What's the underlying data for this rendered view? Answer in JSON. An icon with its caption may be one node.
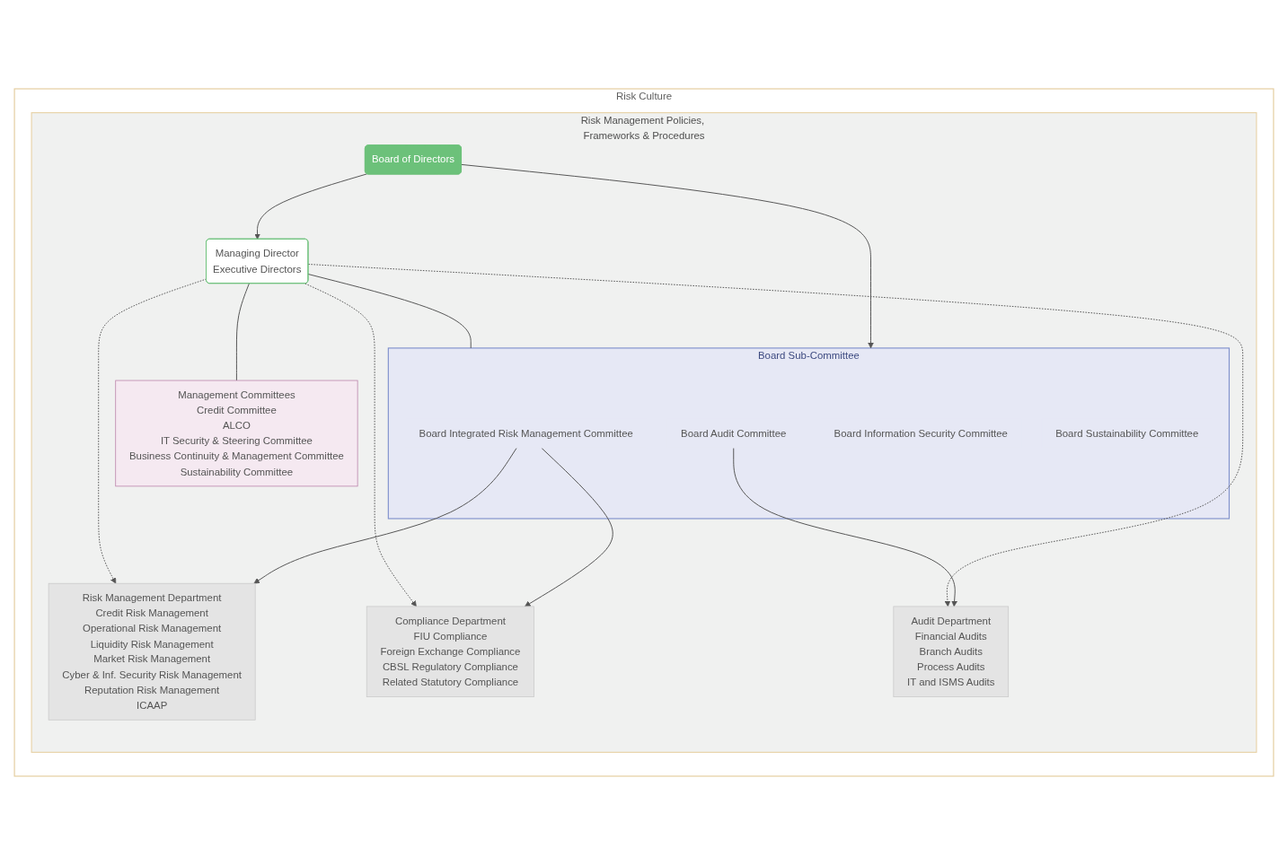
{
  "diagram": {
    "nodes": [
      {
        "text": [
          "Risk Culture"
        ]
      },
      {
        "text": [
          "Risk Management Policies, Frameworks & Procedures"
        ],
        "in": 0
      },
      {
        "text": [
          "Board of Directors"
        ],
        "in": 1
      },
      {
        "text": [
          "Board Sub-Committee"
        ],
        "in": 1
      },
      {
        "text": [
          "Board Integrated Risk Management Committee"
        ],
        "in": 3
      },
      {
        "text": [
          "Board Audit Committee"
        ],
        "in": 3
      },
      {
        "text": [
          "Board Information Security Committee"
        ],
        "in": 3
      },
      {
        "text": [
          "Board Sustainability Committee"
        ],
        "in": 3
      },
      {
        "text": [
          "Managing Director",
          "Executive Directors"
        ],
        "in": 1
      },
      {
        "text": [
          "Management Committees",
          "Credit Committee",
          "ALCO",
          "IT Security & Steering Committee",
          "Business Continuity & Management Committee",
          "Sustainability Committee"
        ],
        "in": 1
      },
      {
        "text": [
          "Audit Department",
          "Financial Audits",
          "Branch Audits",
          "Process Audits",
          "IT and ISMS Audits"
        ],
        "in": 1
      },
      {
        "text": [
          "Risk Management Department",
          "Credit Risk Management",
          "Operational Risk Management",
          "Liquidity Risk Management",
          "Market Risk Management",
          "Cyber & Inf. Security Risk Management",
          "Reputation Risk Management",
          "ICAAP"
        ],
        "in": 1
      },
      {
        "text": [
          "Compliance Department",
          "FIU Compliance",
          "Foreign Exchange Compliance",
          "CBSL Regulatory Compliance",
          "Related Statutory Compliance"
        ],
        "in": 1
      }
    ],
    "edges": [
      {
        "from": 2,
        "to": 3,
        "arrow": "to"
      },
      {
        "from": 2,
        "to": 8,
        "arrow": "to"
      },
      {
        "from": 8,
        "to": 3,
        "arrow": "none"
      },
      {
        "from": 8,
        "to": 9,
        "arrow": "none"
      },
      {
        "from": 4,
        "to": 11,
        "arrow": "to"
      },
      {
        "from": 4,
        "to": 12,
        "arrow": "to"
      },
      {
        "from": 5,
        "to": 10,
        "arrow": "to"
      },
      {
        "from": 8,
        "to": 10,
        "arrow": "to",
        "style": "dashed"
      },
      {
        "from": 8,
        "to": 11,
        "arrow": "to",
        "style": "dashed"
      },
      {
        "from": 8,
        "to": 12,
        "arrow": "to",
        "style": "dashed"
      }
    ]
  }
}
